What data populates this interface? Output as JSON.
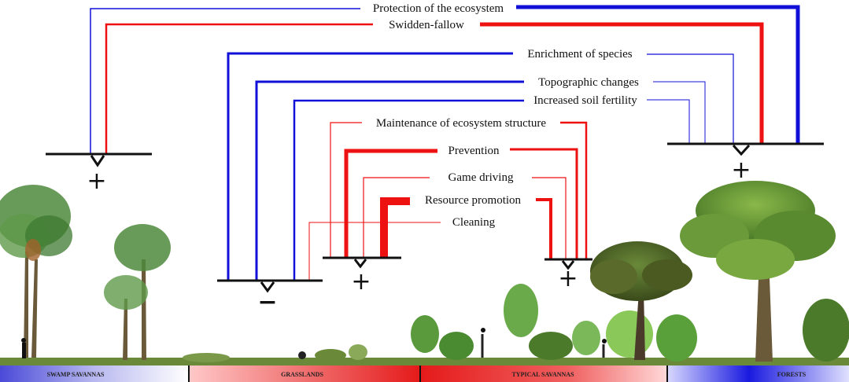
{
  "labels": {
    "protection": "Protection of the ecosystem",
    "swidden": "Swidden-fallow",
    "enrichment": "Enrichment of species",
    "topographic": "Topographic changes",
    "soil": "Increased soil fertility",
    "maintenance": "Maintenance of ecosystem structure",
    "prevention": "Prevention",
    "game": "Game driving",
    "resource": "Resource promotion",
    "cleaning": "Cleaning"
  },
  "signs": {
    "swamp": "+",
    "grass": "−",
    "grass_right": "+",
    "savanna": "+",
    "forest": "+"
  },
  "zones": {
    "swamp": "SWAMP SAVANNAS",
    "grass": "GRASSLANDS",
    "typical": "TYPICAL SAVANNAS",
    "forest": "FORESTS"
  },
  "colors": {
    "positive": "#1010d8",
    "negative": "#ee1111",
    "swamp_band": "#5a5adc",
    "grass_band": "#f08080",
    "typical_band": "#e81818",
    "forest_band": "#2020e0"
  }
}
